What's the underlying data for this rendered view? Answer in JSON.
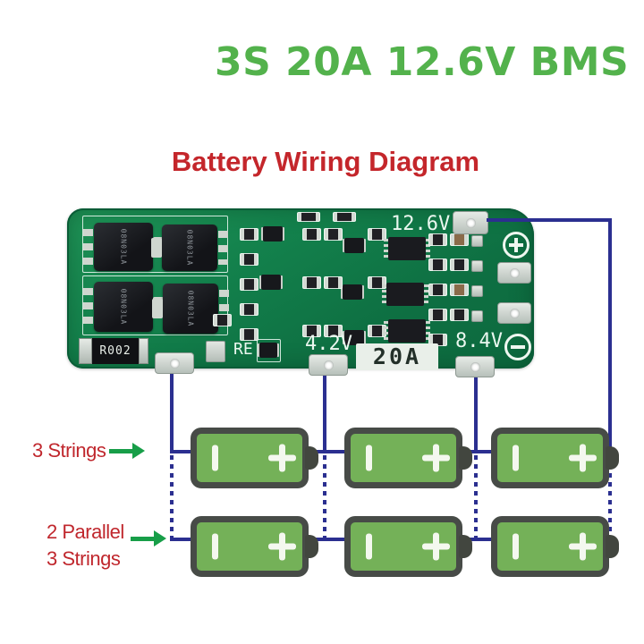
{
  "title": "3S 20A 12.6V BMS",
  "subtitle": "Battery Wiring Diagram",
  "board": {
    "pack_voltage": "12.6V",
    "cell1_voltage": "4.2V",
    "cell2_voltage": "8.4V",
    "current_rating": "20A",
    "re_label": "RE",
    "shunt_label": "R002",
    "mosfet_label": "08N03LA",
    "positive_marking": "+",
    "negative_marking": "−"
  },
  "wiring": {
    "top_row_label": "3 Strings",
    "bottom_row_label_line1": "2 Parallel",
    "bottom_row_label_line2": "3 Strings"
  },
  "batteries": {
    "rows": 2,
    "per_row": 3,
    "terminal_minus": "−",
    "terminal_plus": "+"
  },
  "colors": {
    "title_green": "#53b24c",
    "label_red": "#c4262b",
    "wire_blue": "#2b2f90",
    "arrow_green": "#179e48",
    "battery_green": "#74b158",
    "battery_border": "#474b47",
    "pcb_green": "#13814c",
    "silkscreen_white": "#eaf7ef"
  }
}
